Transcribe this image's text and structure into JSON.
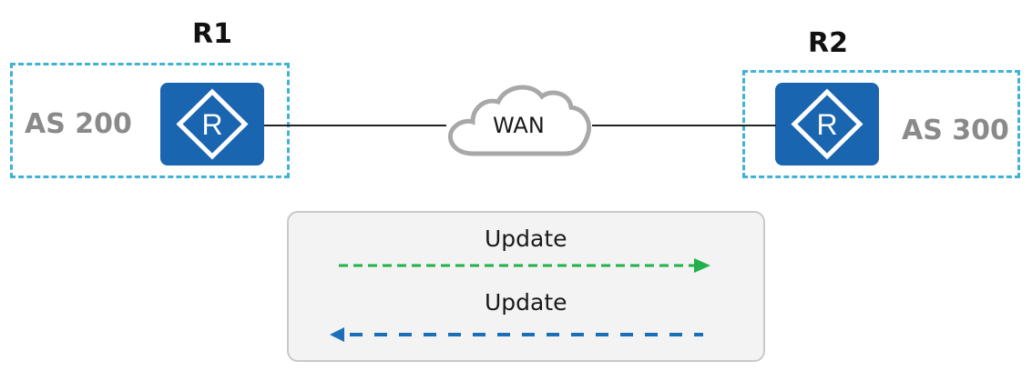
{
  "routers": [
    {
      "name": "R1",
      "as_label": "AS 200",
      "icon": "router-icon",
      "icon_glyph": "R"
    },
    {
      "name": "R2",
      "as_label": "AS 300",
      "icon": "router-icon",
      "icon_glyph": "R"
    }
  ],
  "wan": {
    "label": "WAN",
    "icon": "cloud-icon"
  },
  "legend": {
    "items": [
      {
        "label": "Update",
        "direction": "right",
        "color": "#22b04b"
      },
      {
        "label": "Update",
        "direction": "left",
        "color": "#1a6fb8"
      }
    ]
  },
  "colors": {
    "router_fill": "#1a65b0",
    "as_border": "#3fb3d3",
    "as_text": "#8a8a8a",
    "cloud_stroke": "#a8a8a8"
  }
}
